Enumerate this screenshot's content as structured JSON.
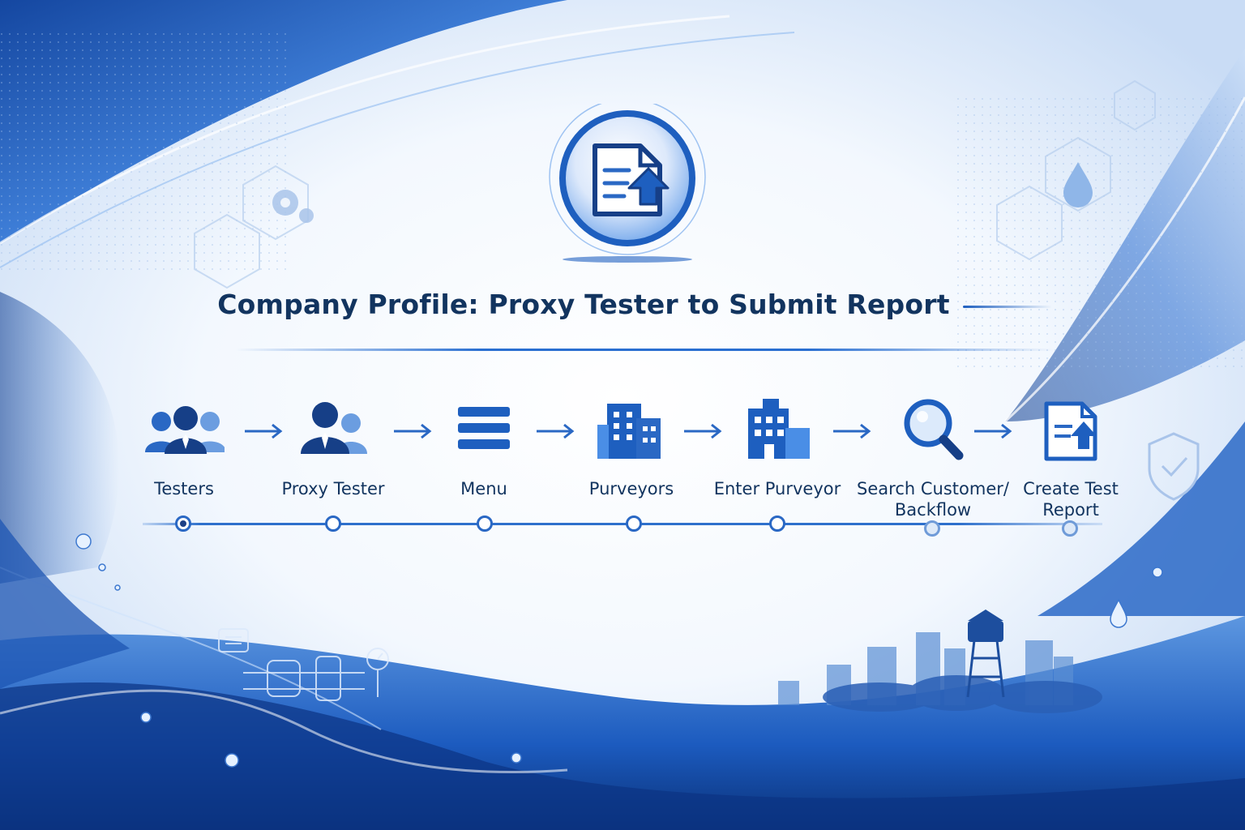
{
  "title": "Company Profile: Proxy Tester to Submit Report",
  "hero_icon": "report-upload-icon",
  "colors": {
    "primary_dark": "#12345f",
    "accent": "#1e5fbf",
    "light_blue": "#4a8ee6"
  },
  "steps": [
    {
      "label": "Testers",
      "icon": "group-icon"
    },
    {
      "label": "Proxy Tester",
      "icon": "user-pair-icon"
    },
    {
      "label": "Menu",
      "icon": "menu-icon"
    },
    {
      "label": "Purveyors",
      "icon": "buildings-icon"
    },
    {
      "label": "Enter Purveyor",
      "icon": "office-building-icon"
    },
    {
      "label": "Search Customer/\nBackflow",
      "icon": "search-icon"
    },
    {
      "label": "Create Test\nReport",
      "icon": "report-upload-icon"
    }
  ],
  "timeline": {
    "active_step": 1,
    "node_count": 7
  }
}
